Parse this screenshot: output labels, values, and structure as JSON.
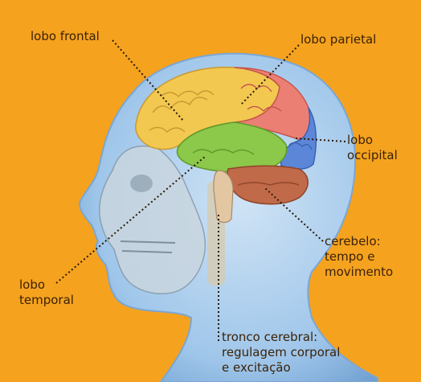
{
  "labels": {
    "frontal": "lobo frontal",
    "parietal": "lobo parietal",
    "occipital": [
      "lobo",
      "occipital"
    ],
    "cerebelo": [
      "cerebelo:",
      "tempo e",
      "movimento"
    ],
    "temporal": [
      "lobo",
      "temporal"
    ],
    "tronco": [
      "tronco cerebral:",
      "regulagem corporal",
      "e excitação"
    ]
  },
  "colors": {
    "background": "#f5a21e",
    "frontal": "#f2c850",
    "parietal": "#ec7f74",
    "occipital": "#5c86d8",
    "temporal": "#8cc84a",
    "cerebellum": "#c06a4a",
    "head": "#9fc6ea",
    "text": "#3b2208"
  }
}
